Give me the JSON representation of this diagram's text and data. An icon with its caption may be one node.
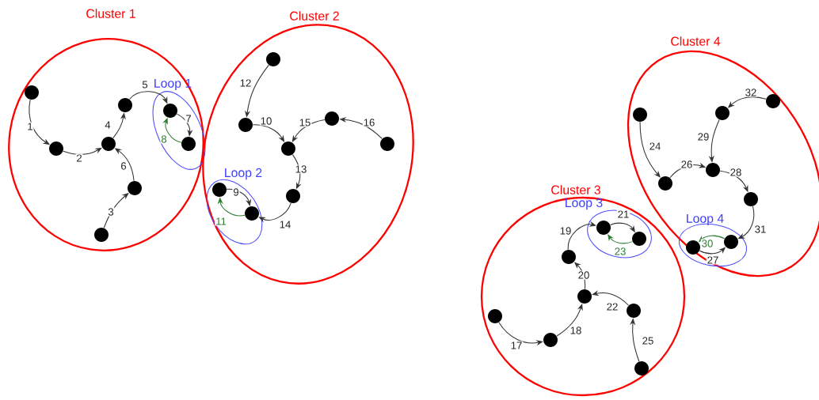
{
  "diagram": {
    "nodes": [
      {
        "text": [
          "Cluster 1"
        ]
      },
      {
        "text": [
          "Loop 1"
        ],
        "in": 0
      },
      {
        "text": [],
        "shape": "circle",
        "in": 0
      },
      {
        "text": [],
        "shape": "circle",
        "in": 0
      },
      {
        "text": [],
        "shape": "circle",
        "in": 0
      },
      {
        "text": [],
        "shape": "circle",
        "in": 0
      },
      {
        "text": [],
        "shape": "circle",
        "in": 0
      },
      {
        "text": [],
        "shape": "circle",
        "in": 0
      },
      {
        "text": [],
        "shape": "circle",
        "in": 1
      },
      {
        "text": [],
        "shape": "circle",
        "in": 1
      },
      {
        "text": [
          "Cluster 2"
        ]
      },
      {
        "text": [
          "Loop 2"
        ],
        "in": 10
      },
      {
        "text": [],
        "shape": "circle",
        "in": 10
      },
      {
        "text": [],
        "shape": "circle",
        "in": 10
      },
      {
        "text": [],
        "shape": "circle",
        "in": 10
      },
      {
        "text": [],
        "shape": "circle",
        "in": 10
      },
      {
        "text": [],
        "shape": "circle",
        "in": 10
      },
      {
        "text": [],
        "shape": "circle",
        "in": 10
      },
      {
        "text": [],
        "shape": "circle",
        "in": 11
      },
      {
        "text": [],
        "shape": "circle",
        "in": 11
      },
      {
        "text": [
          "Cluster 3"
        ]
      },
      {
        "text": [
          "Loop 3"
        ],
        "in": 20
      },
      {
        "text": [],
        "shape": "circle",
        "in": 20
      },
      {
        "text": [],
        "shape": "circle",
        "in": 20
      },
      {
        "text": [],
        "shape": "circle",
        "in": 20
      },
      {
        "text": [],
        "shape": "circle",
        "in": 20
      },
      {
        "text": [],
        "shape": "circle",
        "in": 20
      },
      {
        "text": [],
        "shape": "circle",
        "in": 20
      },
      {
        "text": [],
        "shape": "circle",
        "in": 21
      },
      {
        "text": [],
        "shape": "circle",
        "in": 21
      },
      {
        "text": [
          "Cluster 4"
        ]
      },
      {
        "text": [
          "Loop 4"
        ],
        "in": 30
      },
      {
        "text": [],
        "shape": "circle",
        "in": 30
      },
      {
        "text": [],
        "shape": "circle",
        "in": 30
      },
      {
        "text": [],
        "shape": "circle",
        "in": 30
      },
      {
        "text": [],
        "shape": "circle",
        "in": 30
      },
      {
        "text": [],
        "shape": "circle",
        "in": 30
      },
      {
        "text": [],
        "shape": "circle",
        "in": 30
      },
      {
        "text": [],
        "shape": "circle",
        "in": 31
      },
      {
        "text": [],
        "shape": "circle",
        "in": 31
      }
    ],
    "edges": [
      {
        "from": 2,
        "to": 3,
        "arrow": "to",
        "label": "1"
      },
      {
        "from": 3,
        "to": 4,
        "arrow": "to",
        "label": "2"
      },
      {
        "from": 7,
        "to": 6,
        "arrow": "to",
        "label": "3"
      },
      {
        "from": 4,
        "to": 5,
        "arrow": "to",
        "label": "4"
      },
      {
        "from": 5,
        "to": 8,
        "arrow": "to",
        "label": "5"
      },
      {
        "from": 6,
        "to": 4,
        "arrow": "to",
        "label": "6"
      },
      {
        "from": 8,
        "to": 9,
        "arrow": "to",
        "label": "7"
      },
      {
        "from": 9,
        "to": 8,
        "arrow": "to",
        "label": "8",
        "color": "#2e7d32"
      },
      {
        "from": 18,
        "to": 19,
        "arrow": "to",
        "label": "9"
      },
      {
        "from": 13,
        "to": 14,
        "arrow": "to",
        "label": "10"
      },
      {
        "from": 19,
        "to": 18,
        "arrow": "to",
        "label": "11",
        "color": "#2e7d32"
      },
      {
        "from": 12,
        "to": 13,
        "arrow": "to",
        "label": "12"
      },
      {
        "from": 14,
        "to": 17,
        "arrow": "to",
        "label": "13"
      },
      {
        "from": 17,
        "to": 19,
        "arrow": "to",
        "label": "14"
      },
      {
        "from": 15,
        "to": 14,
        "arrow": "to",
        "label": "15"
      },
      {
        "from": 16,
        "to": 15,
        "arrow": "to",
        "label": "16"
      },
      {
        "from": 22,
        "to": 23,
        "arrow": "to",
        "label": "17"
      },
      {
        "from": 23,
        "to": 24,
        "arrow": "to",
        "label": "18"
      },
      {
        "from": 25,
        "to": 28,
        "arrow": "to",
        "label": "19"
      },
      {
        "from": 24,
        "to": 25,
        "arrow": "to",
        "label": "20"
      },
      {
        "from": 28,
        "to": 29,
        "arrow": "to",
        "label": "21"
      },
      {
        "from": 26,
        "to": 24,
        "arrow": "to",
        "label": "22"
      },
      {
        "from": 29,
        "to": 28,
        "arrow": "to",
        "label": "23",
        "color": "#2e7d32"
      },
      {
        "from": 32,
        "to": 35,
        "arrow": "to",
        "label": "24"
      },
      {
        "from": 27,
        "to": 26,
        "arrow": "to",
        "label": "25"
      },
      {
        "from": 35,
        "to": 36,
        "arrow": "to",
        "label": "26"
      },
      {
        "from": 38,
        "to": 39,
        "arrow": "to",
        "label": "27"
      },
      {
        "from": 36,
        "to": 37,
        "arrow": "to",
        "label": "28"
      },
      {
        "from": 33,
        "to": 36,
        "arrow": "to",
        "label": "29"
      },
      {
        "from": 39,
        "to": 38,
        "arrow": "to",
        "label": "30",
        "color": "#2e7d32"
      },
      {
        "from": 37,
        "to": 39,
        "arrow": "to",
        "label": "31"
      },
      {
        "from": 34,
        "to": 33,
        "arrow": "to",
        "label": "32"
      }
    ]
  }
}
